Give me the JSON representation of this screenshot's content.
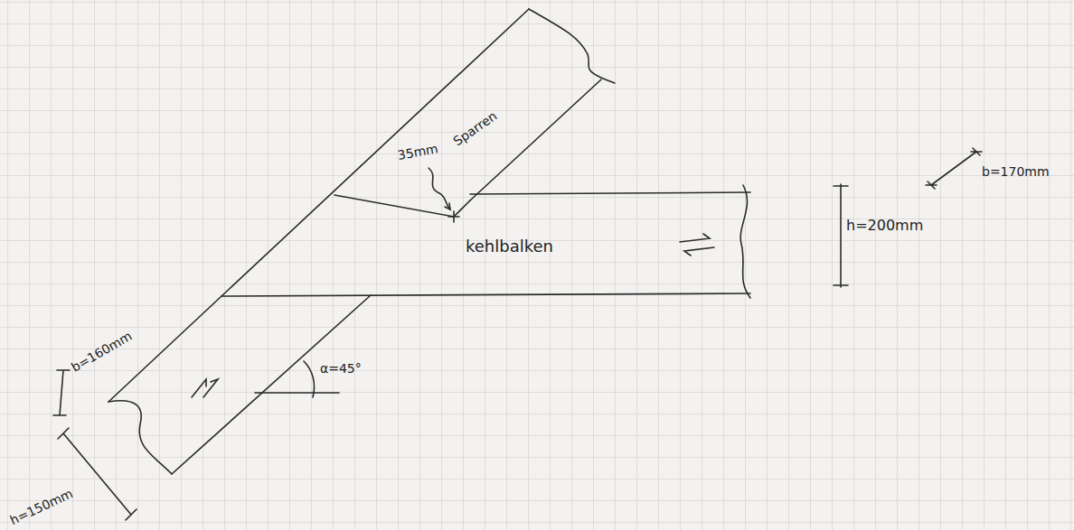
{
  "diagram": {
    "labels": [
      "35mm",
      "Sparren",
      "kehlbalken",
      "h=200mm",
      "b=170mm",
      "b=160mm",
      "h=150mm",
      "α=45°"
    ]
  }
}
